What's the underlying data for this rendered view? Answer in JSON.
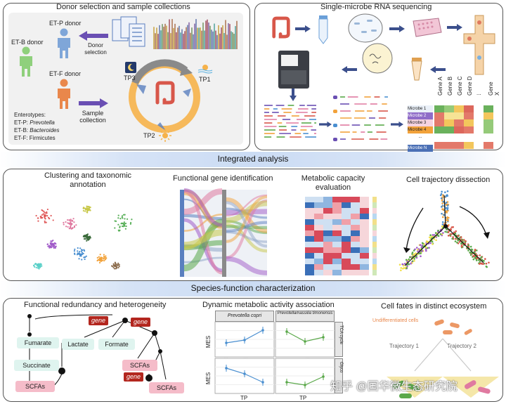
{
  "panel1": {
    "title": "Donor selection and sample collections",
    "etp_donor": "ET-P donor",
    "etb_donor": "ET-B donor",
    "etf_donor": "ET-F donor",
    "donor_selection": "Donor selection",
    "sample_collection": "Sample collection",
    "enterotypes_label": "Enterotypes:",
    "etp_prefix": "ET-P: ",
    "etp_genus": "Prevotella",
    "etb_prefix": "ET-B: ",
    "etb_genus": "Bacteroides",
    "etf_line": "ET-F: Firmicutes",
    "tp1": "TP1",
    "tp2": "TP2",
    "tp3": "TP3"
  },
  "panel2": {
    "title": "Single-microbe RNA sequencing",
    "genes": [
      "Gene A",
      "Gene B",
      "Gene C",
      "Gene D",
      "...",
      "Gene X"
    ],
    "microbes": [
      "Microbe 1",
      "Microbe 2",
      "Microbe 3",
      "Microbe 4",
      "...",
      "Microbe N"
    ],
    "dots": "⋮"
  },
  "band1": "Integrated analysis",
  "panel3": {
    "clustering_title": "Clustering and taxonomic annotation",
    "functional_title": "Functional gene identification",
    "metabolic_title": "Metabolic capacity evaluation",
    "trajectory_title": "Cell trajectory dissection"
  },
  "band2": "Species-function characterization",
  "panel4": {
    "redundancy_title": "Functional redundancy and heterogeneity",
    "fumarate": "Fumarate",
    "succinate": "Succinate",
    "scfas": "SCFAs",
    "lactate": "Lactate",
    "formate": "Formate",
    "gene": "gene",
    "dynamic_title": "Dynamic metabolic activity association",
    "species1": "Prevotella copri",
    "species2": "Prevotellamassilia timonensis",
    "mes": "MES",
    "tp": "TP",
    "tca": "TCA cycle",
    "glyco": "Glyco",
    "sig": "**",
    "sig3": "***",
    "fates_title": "Cell fates in distinct ecosystem",
    "undiff": "Undifferentiated cells",
    "traj1": "Trajectory 1",
    "traj2": "Trajectory 2"
  },
  "watermark": "知乎 @国华微生态研究院",
  "colors": {
    "band": "#cbdcf4",
    "gene_red": "#b3261e",
    "green_box": "#dff4ef",
    "pink_box": "#f5bcc9",
    "orange_ring": "#f2a23a"
  }
}
